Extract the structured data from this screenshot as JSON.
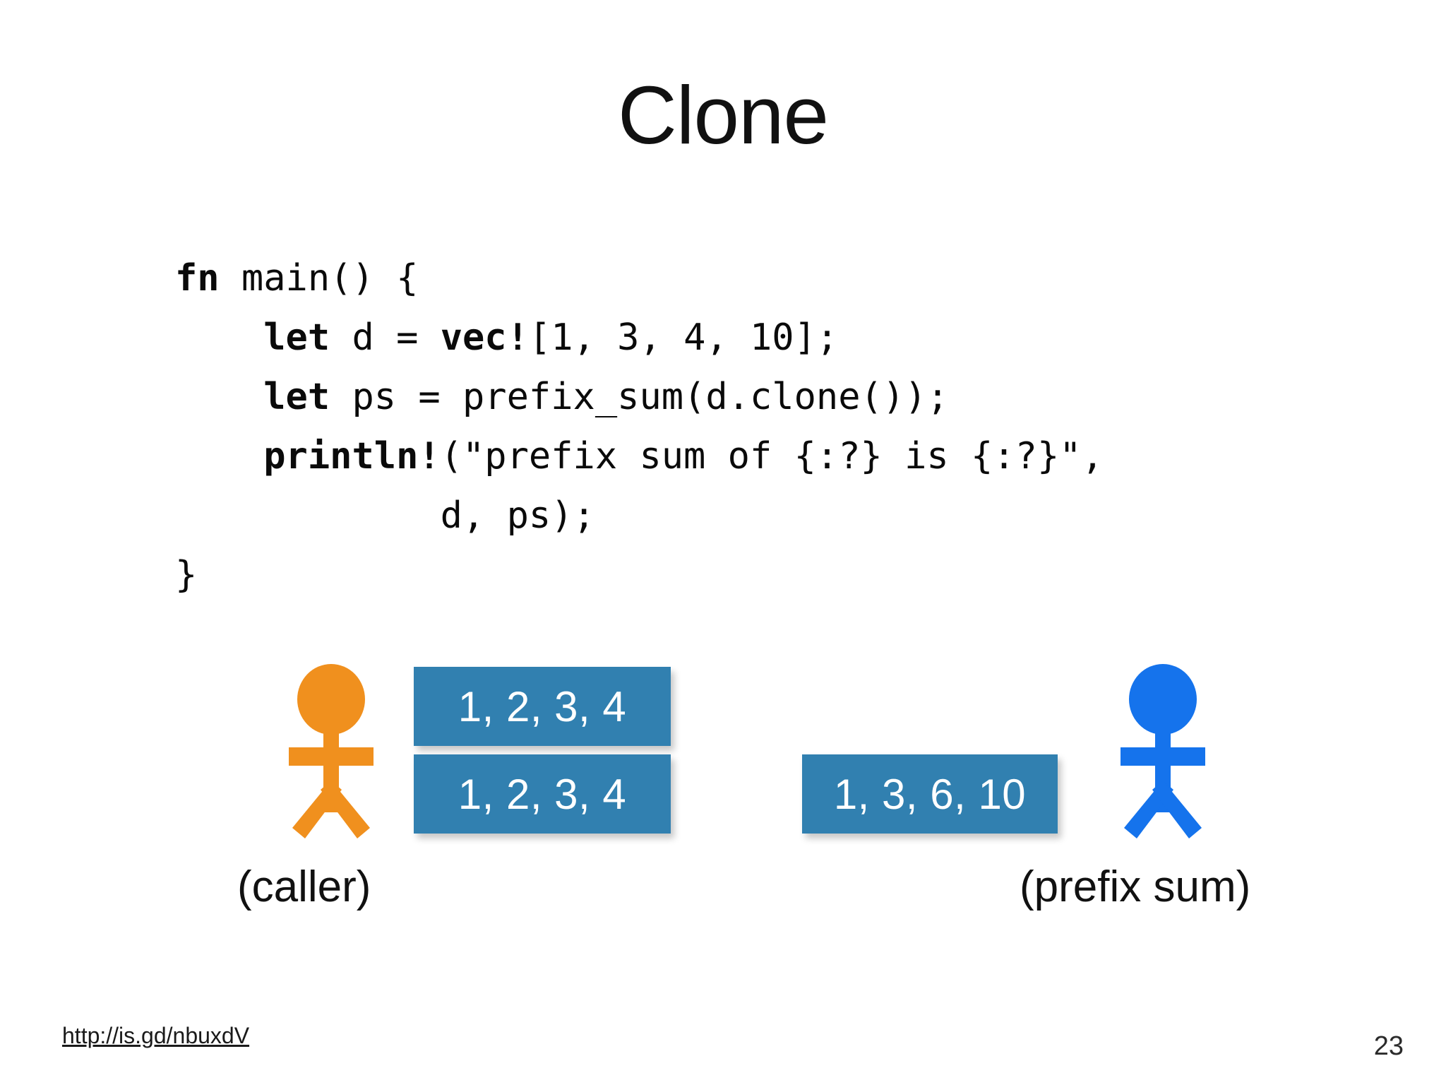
{
  "slide": {
    "title": "Clone",
    "page_number": "23",
    "footer_link": "http://is.gd/nbuxdV"
  },
  "code": {
    "language": "rust",
    "lines": [
      [
        {
          "t": "fn ",
          "b": true
        },
        {
          "t": "main() {",
          "b": false
        }
      ],
      [
        {
          "t": "    let ",
          "b": true
        },
        {
          "t": "d = ",
          "b": false
        },
        {
          "t": "vec!",
          "b": true
        },
        {
          "t": "[1, 3, 4, 10];",
          "b": false
        }
      ],
      [
        {
          "t": "    let ",
          "b": true
        },
        {
          "t": "ps = prefix_sum(d.clone());",
          "b": false
        }
      ],
      [
        {
          "t": "    println!",
          "b": true
        },
        {
          "t": "(\"prefix sum of {:?} is {:?}\",",
          "b": false
        }
      ],
      [
        {
          "t": "            d, ps);",
          "b": false
        }
      ],
      [
        {
          "t": "}",
          "b": false
        }
      ]
    ],
    "plain_text": "fn main() {\n    let d = vec![1, 3, 4, 10];\n    let ps = prefix_sum(d.clone());\n    println!(\"prefix sum of {:?} is {:?}\",\n            d, ps);\n}"
  },
  "diagram": {
    "caller": {
      "label": "(caller)",
      "color": "#F0901E",
      "boxes": [
        {
          "value": "1, 2, 3, 4"
        },
        {
          "value": "1, 2, 3, 4"
        }
      ]
    },
    "callee": {
      "label": "(prefix sum)",
      "color": "#1573EC",
      "boxes": [
        {
          "value": "1, 3, 6, 10"
        }
      ]
    },
    "box_color": "#3180b0",
    "box_text_color": "#ffffff"
  }
}
